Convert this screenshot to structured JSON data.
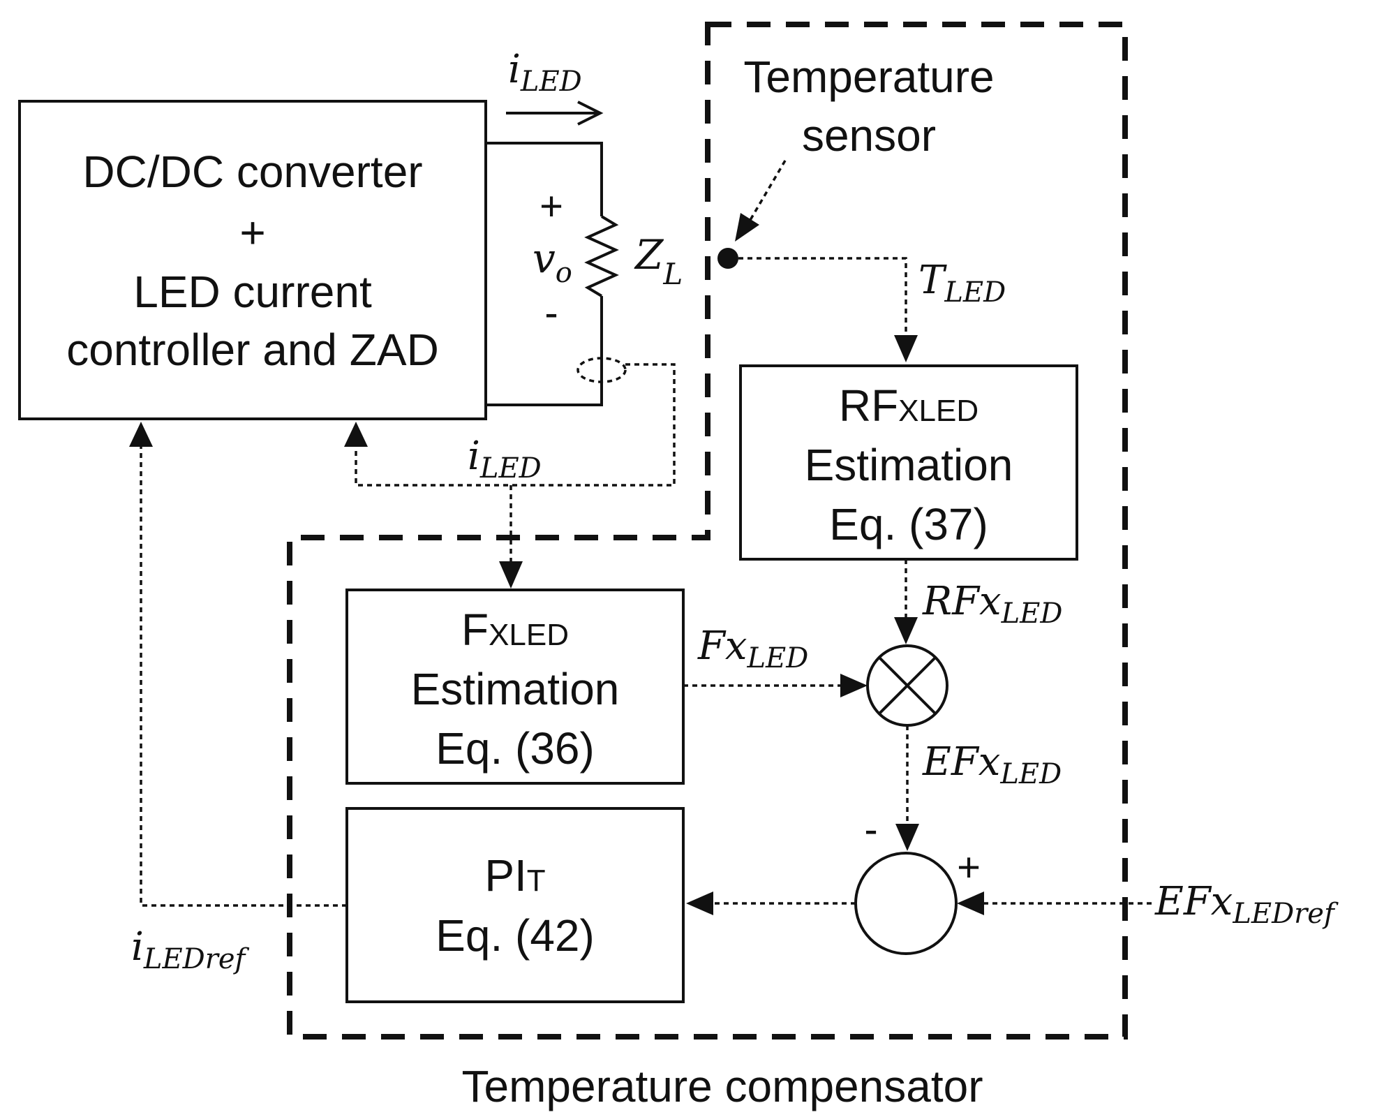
{
  "blocks": {
    "converter": {
      "line1": "DC/DC converter",
      "line2": "+",
      "line3": "LED current",
      "line4": "controller and ZAD"
    },
    "rfx": {
      "main": "RF",
      "sub": "XLED",
      "line2": "Estimation",
      "line3": "Eq. (37)"
    },
    "fx": {
      "main": "F",
      "sub": "XLED",
      "line2": "Estimation",
      "line3": "Eq. (36)"
    },
    "pi": {
      "main": "PI",
      "sub": "T",
      "line2": "Eq. (42)"
    }
  },
  "labels": {
    "sensor_line1": "Temperature",
    "sensor_line2": "sensor",
    "compensator": "Temperature compensator",
    "plus_top": "+",
    "minus_top": "-",
    "sum_minus": "-",
    "sum_plus": "+"
  },
  "math": {
    "i_led_top": {
      "base": "i",
      "sub": "LED"
    },
    "vo": {
      "base": "v",
      "sub": "o"
    },
    "zl": {
      "base": "Z",
      "sub": "L"
    },
    "t_led": {
      "base": "T",
      "sub": "LED"
    },
    "i_led_mid": {
      "base": "i",
      "sub": "LED"
    },
    "rfx_led": {
      "base": "RFx",
      "sub": "LED"
    },
    "fx_led": {
      "base": "Fx",
      "sub": "LED"
    },
    "efx_led": {
      "base": "EFx",
      "sub": "LED"
    },
    "efx_ledref": {
      "base": "EFx",
      "sub": "LEDref"
    },
    "i_ledref": {
      "base": "i",
      "sub": "LEDref"
    }
  }
}
